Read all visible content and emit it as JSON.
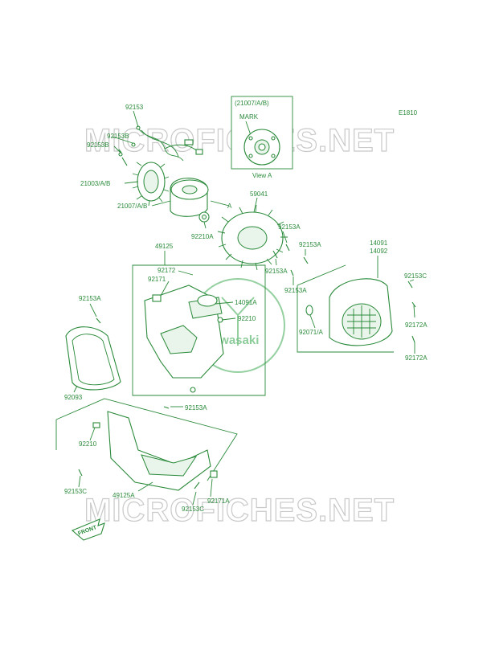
{
  "diagram": {
    "code": "E1810",
    "watermark": "MICROFICHES.NET",
    "brand": "Kawasaki",
    "view": {
      "ref": "(21007/A/B)",
      "mark": "MARK",
      "caption": "View A",
      "arrow": "A"
    },
    "front": "FRONT",
    "labels": {
      "p92153": "92153",
      "p92153b_a": "92153B",
      "p92153b_b": "92153B",
      "p21003": "21003/A/B",
      "p21007": "21007/A/B",
      "p92210a": "92210A",
      "p59041": "59041",
      "p92153a_1": "92153A",
      "p92153a_2": "92153A",
      "p92153a_3": "92153A",
      "p92153a_4": "92153A",
      "p92153a_5": "92153A",
      "p92153a_6": "92153A",
      "p14091": "14091",
      "p14092": "14092",
      "p49125": "49125",
      "p92172_1": "92172",
      "p92171": "92171",
      "p14091a": "14091A",
      "p92210_1": "92210",
      "p92153c_1": "92153C",
      "p92172a_1": "92172A",
      "p92172a_2": "92172A",
      "p92071a": "92071/A",
      "p92093": "92093",
      "p92210_2": "92210",
      "p92153c_2": "92153C",
      "p49125a": "49125A",
      "p92171a": "92171A",
      "p92153c_3": "92153C"
    }
  }
}
